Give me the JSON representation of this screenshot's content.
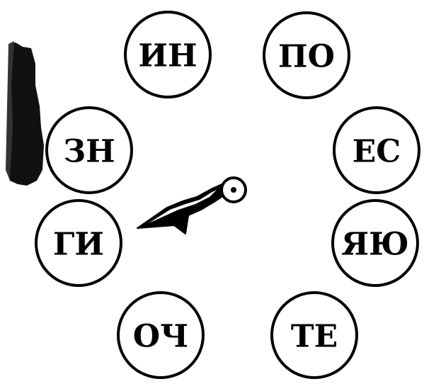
{
  "syllables": [
    {
      "id": "in",
      "text": "ИН"
    },
    {
      "id": "po",
      "text": "ПО"
    },
    {
      "id": "zn",
      "text": "ЗН"
    },
    {
      "id": "es",
      "text": "ЕС"
    },
    {
      "id": "gi",
      "text": "ГИ"
    },
    {
      "id": "yau",
      "text": "ЯЮ"
    },
    {
      "id": "och",
      "text": "ОЧ"
    },
    {
      "id": "te",
      "text": "ТЕ"
    }
  ],
  "colors": {
    "ink": "#000000",
    "paper": "#ffffff"
  }
}
